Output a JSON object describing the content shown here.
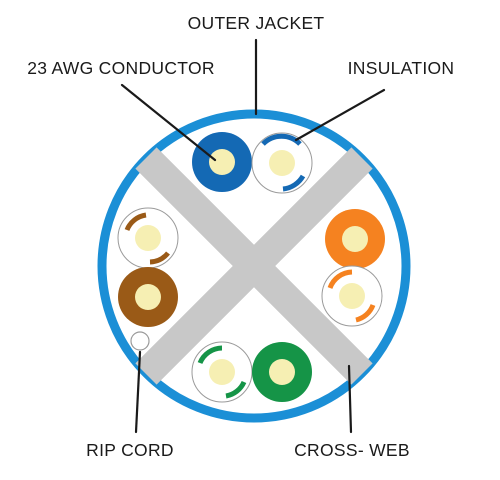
{
  "labels": {
    "outer_jacket": "OUTER JACKET",
    "conductor": "23 AWG CONDUCTOR",
    "insulation": "INSULATION",
    "rip_cord": "RIP CORD",
    "cross_web": "CROSS- WEB"
  },
  "colors": {
    "jacket": "#1b8fd6",
    "cross_web": "#c8c8c8",
    "conductor": "#f6efb3",
    "insulation_white": "#ffffff",
    "blue": "#1469b4",
    "orange": "#f58220",
    "brown": "#9a5a17",
    "green": "#159447",
    "leader": "#1a1a1a"
  },
  "pairs": [
    {
      "name": "blue",
      "solid_color": "#1469b4",
      "stripe_color": "#1469b4"
    },
    {
      "name": "orange",
      "solid_color": "#f58220",
      "stripe_color": "#f58220"
    },
    {
      "name": "brown",
      "solid_color": "#9a5a17",
      "stripe_color": "#9a5a17"
    },
    {
      "name": "green",
      "solid_color": "#159447",
      "stripe_color": "#159447"
    }
  ]
}
